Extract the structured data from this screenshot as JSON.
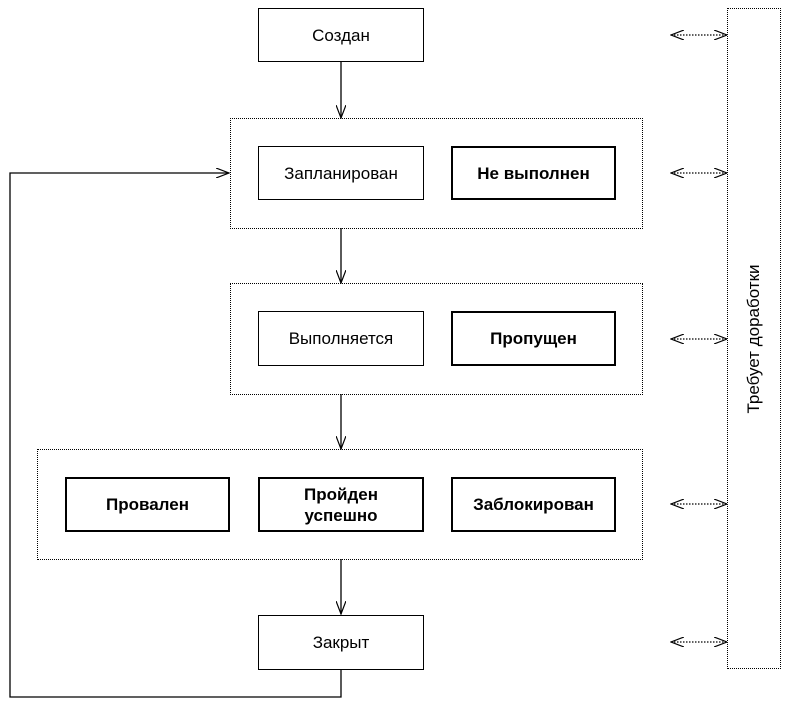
{
  "states": {
    "created": "Создан",
    "planned": "Запланирован",
    "not_done": "Не выполнен",
    "in_progress": "Выполняется",
    "skipped": "Пропущен",
    "failed": "Провален",
    "passed": "Пройден успешно",
    "blocked": "Заблокирован",
    "closed": "Закрыт"
  },
  "side_label": "Требует доработки"
}
